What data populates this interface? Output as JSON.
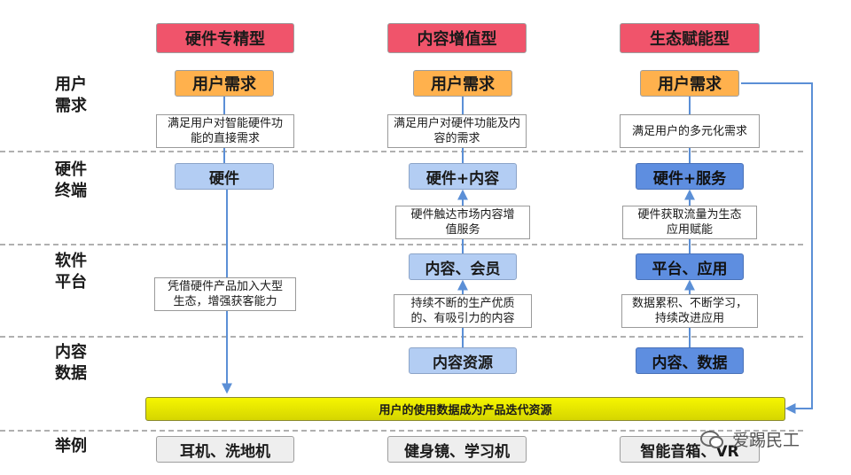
{
  "columns": {
    "col1": {
      "title": "硬件专精型",
      "need": "用户需求",
      "need_desc": "满足用户对智能硬件功能的直接需求",
      "terminal": "硬件",
      "flow": "凭借硬件产品加入大型生态，增强获客能力",
      "example": "耳机、洗地机"
    },
    "col2": {
      "title": "内容增值型",
      "need": "用户需求",
      "need_desc": "满足用户对硬件功能及内容的需求",
      "terminal": "硬件+内容",
      "terminal_desc": "硬件触达市场内容增值服务",
      "platform": "内容、会员",
      "platform_desc": "持续不断的生产优质的、有吸引力的内容",
      "data": "内容资源",
      "example": "健身镜、学习机"
    },
    "col3": {
      "title": "生态赋能型",
      "need": "用户需求",
      "need_desc": "满足用户的多元化需求",
      "terminal": "硬件+服务",
      "terminal_desc": "硬件获取流量为生态应用赋能",
      "platform": "平台、应用",
      "platform_desc": "数据累积、不断学习，持续改进应用",
      "data": "内容、数据",
      "example": "智能音箱、VR"
    }
  },
  "rows": {
    "need": "用户\n需求",
    "terminal": "硬件\n终端",
    "platform": "软件\n平台",
    "data": "内容\n数据",
    "example": "举例"
  },
  "feedback_bar": "用户的使用数据成为产品迭代资源",
  "watermark": "爱踢民工",
  "colors": {
    "title_red": "#f0546b",
    "need_orange": "#ffb14d",
    "light_blue": "#b3cdf3",
    "dark_blue": "#5e8ee0",
    "bar_yellow": "#f6f600",
    "arrow_blue": "#5b8fd6"
  }
}
